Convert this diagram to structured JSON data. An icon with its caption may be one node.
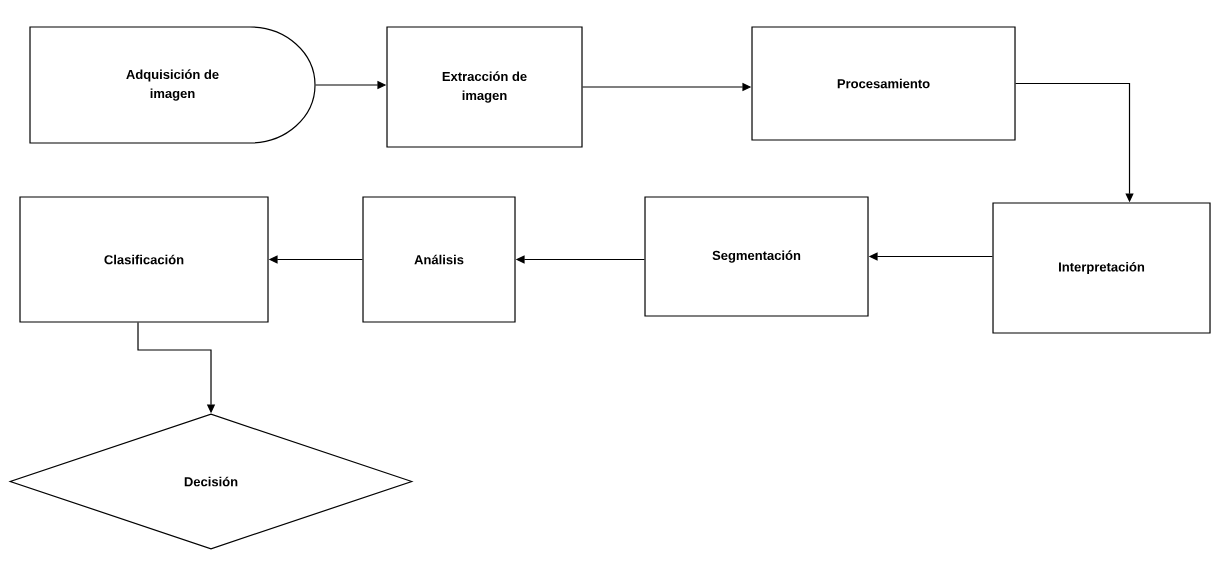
{
  "diagram": {
    "nodes": [
      {
        "text": [
          "Adquisición de imagen"
        ]
      },
      {
        "text": [
          "Extracción de imagen"
        ]
      },
      {
        "text": [
          "Procesamiento"
        ]
      },
      {
        "text": [
          "Interpretación"
        ]
      },
      {
        "text": [
          "Segmentación"
        ]
      },
      {
        "text": [
          "Análisis"
        ]
      },
      {
        "text": [
          "Clasificación"
        ]
      },
      {
        "text": [
          "Decisión"
        ]
      }
    ],
    "edges": [
      {
        "from": 0,
        "to": 1,
        "arrow": "to"
      },
      {
        "from": 1,
        "to": 2,
        "arrow": "to"
      },
      {
        "from": 2,
        "to": 3,
        "arrow": "to"
      },
      {
        "from": 3,
        "to": 4,
        "arrow": "to"
      },
      {
        "from": 4,
        "to": 5,
        "arrow": "to"
      },
      {
        "from": 5,
        "to": 6,
        "arrow": "to"
      },
      {
        "from": 6,
        "to": 7,
        "arrow": "to"
      }
    ]
  }
}
